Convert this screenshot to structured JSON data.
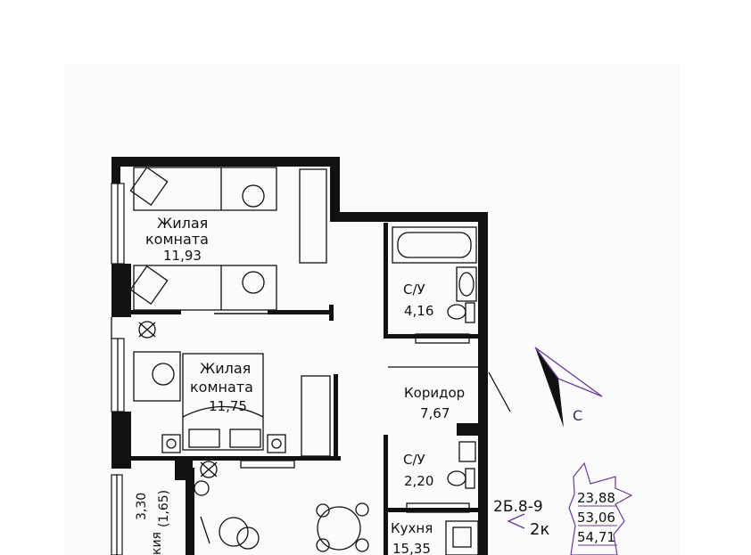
{
  "rooms": [
    {
      "name": "Жилая",
      "name2": "комната",
      "area": "11,93"
    },
    {
      "name": "Жилая",
      "name2": "комната",
      "area": "11,75"
    },
    {
      "name": "С/У",
      "area": "4,16"
    },
    {
      "name": "Коридор",
      "area": "7,67"
    },
    {
      "name": "С/У",
      "area": "2,20"
    },
    {
      "name": "Кухня",
      "area": "15,35"
    }
  ],
  "loggia": {
    "area": "3,30",
    "area_reduced": "(1,65)",
    "name_fragment": "кия"
  },
  "unit": {
    "code": "2Б.8-9",
    "rooms_label": "2к",
    "living_area": "23,88",
    "total_area": "53,06",
    "total_with_loggia": "54,71"
  },
  "compass": {
    "label": "С"
  },
  "colors": {
    "wall": "#111111",
    "accent": "#6a3a9a",
    "background": "#fbfbfb"
  }
}
